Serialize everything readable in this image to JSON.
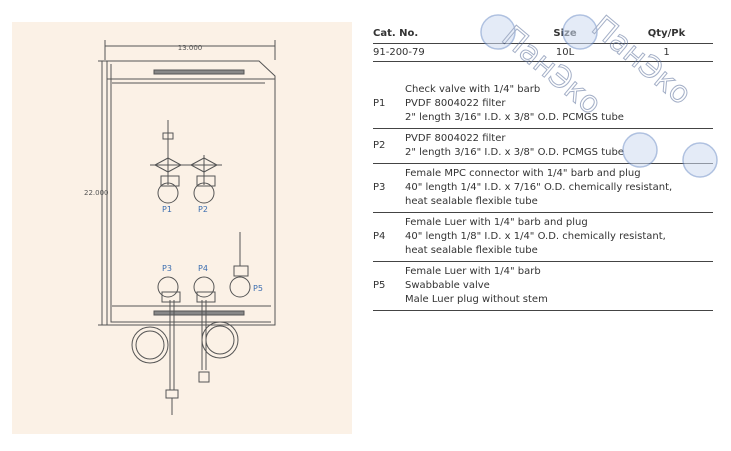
{
  "diagram": {
    "width_label": "13.000",
    "height_label": "22.000",
    "ports": [
      "P1",
      "P2",
      "P3",
      "P4",
      "P5"
    ],
    "label_color": "#3b6db0"
  },
  "table": {
    "headers": {
      "cat": "Cat. No.",
      "size": "Size",
      "qty": "Qty/Pk"
    },
    "product": {
      "cat": "91-200-79",
      "size": "10L",
      "qty": "1"
    },
    "ports": [
      {
        "port": "P1",
        "lines": [
          "Check valve with 1/4\" barb",
          "PVDF 8004022 filter",
          "2\" length 3/16\" I.D. x 3/8\" O.D. PCMGS tube"
        ]
      },
      {
        "port": "P2",
        "lines": [
          "PVDF 8004022 filter",
          "2\" length 3/16\" I.D. x 3/8\" O.D. PCMGS tube"
        ]
      },
      {
        "port": "P3",
        "lines": [
          "Female MPC connector with 1/4\" barb and plug",
          "40\" length 1/4\" I.D. x 7/16\" O.D. chemically resistant,",
          "heat sealable flexible tube"
        ]
      },
      {
        "port": "P4",
        "lines": [
          "Female Luer with 1/4\" barb and plug",
          "40\" length 1/8\" I.D. x 1/4\" O.D. chemically resistant,",
          "heat sealable flexible tube"
        ]
      },
      {
        "port": "P5",
        "lines": [
          "Female Luer with 1/4\" barb",
          "Swabbable valve",
          "Male Luer plug without stem"
        ]
      }
    ]
  },
  "watermark": "ПанЭко"
}
